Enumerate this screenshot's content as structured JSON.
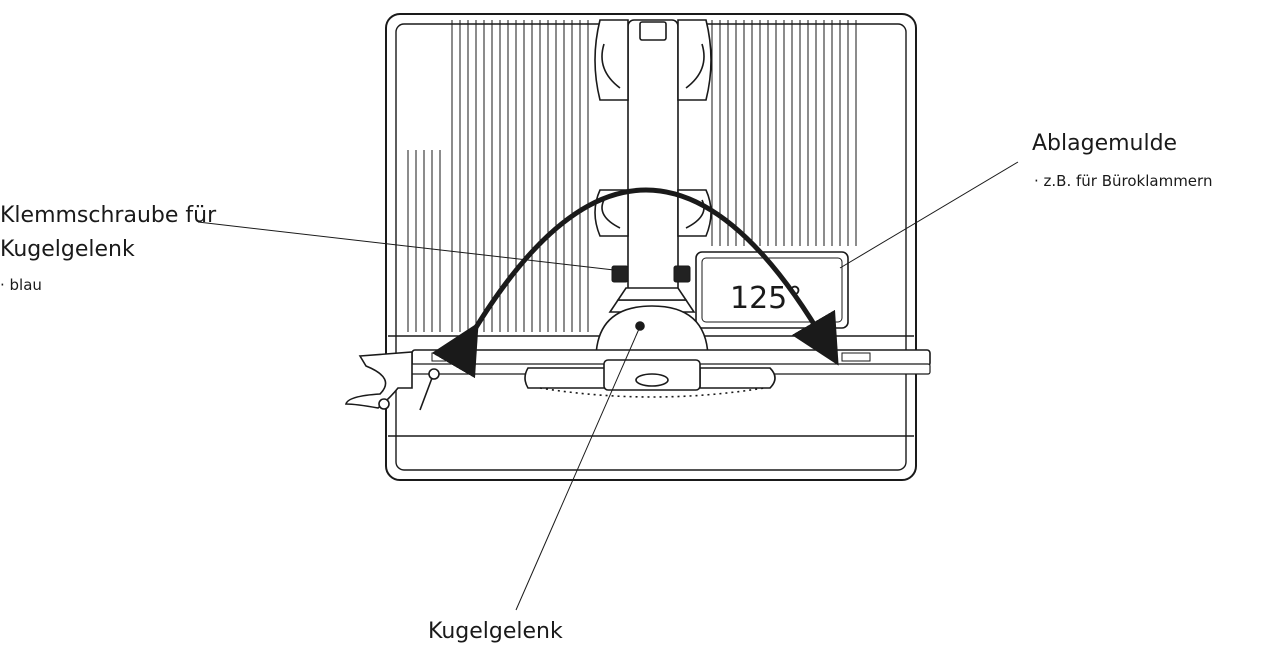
{
  "labels": {
    "ablagemulde": {
      "title": "Ablagemulde",
      "sub": "· z.B. für Büroklammern"
    },
    "klemmschraube": {
      "line1": "Klemmschraube für",
      "line2": "Kugelgelenk",
      "sub": "· blau"
    },
    "kugelgelenk": {
      "title": "Kugelgelenk"
    },
    "angle": "125°"
  },
  "colors": {
    "line": "#1a1a1a",
    "fill": "#ffffff",
    "dark": "#222222"
  }
}
